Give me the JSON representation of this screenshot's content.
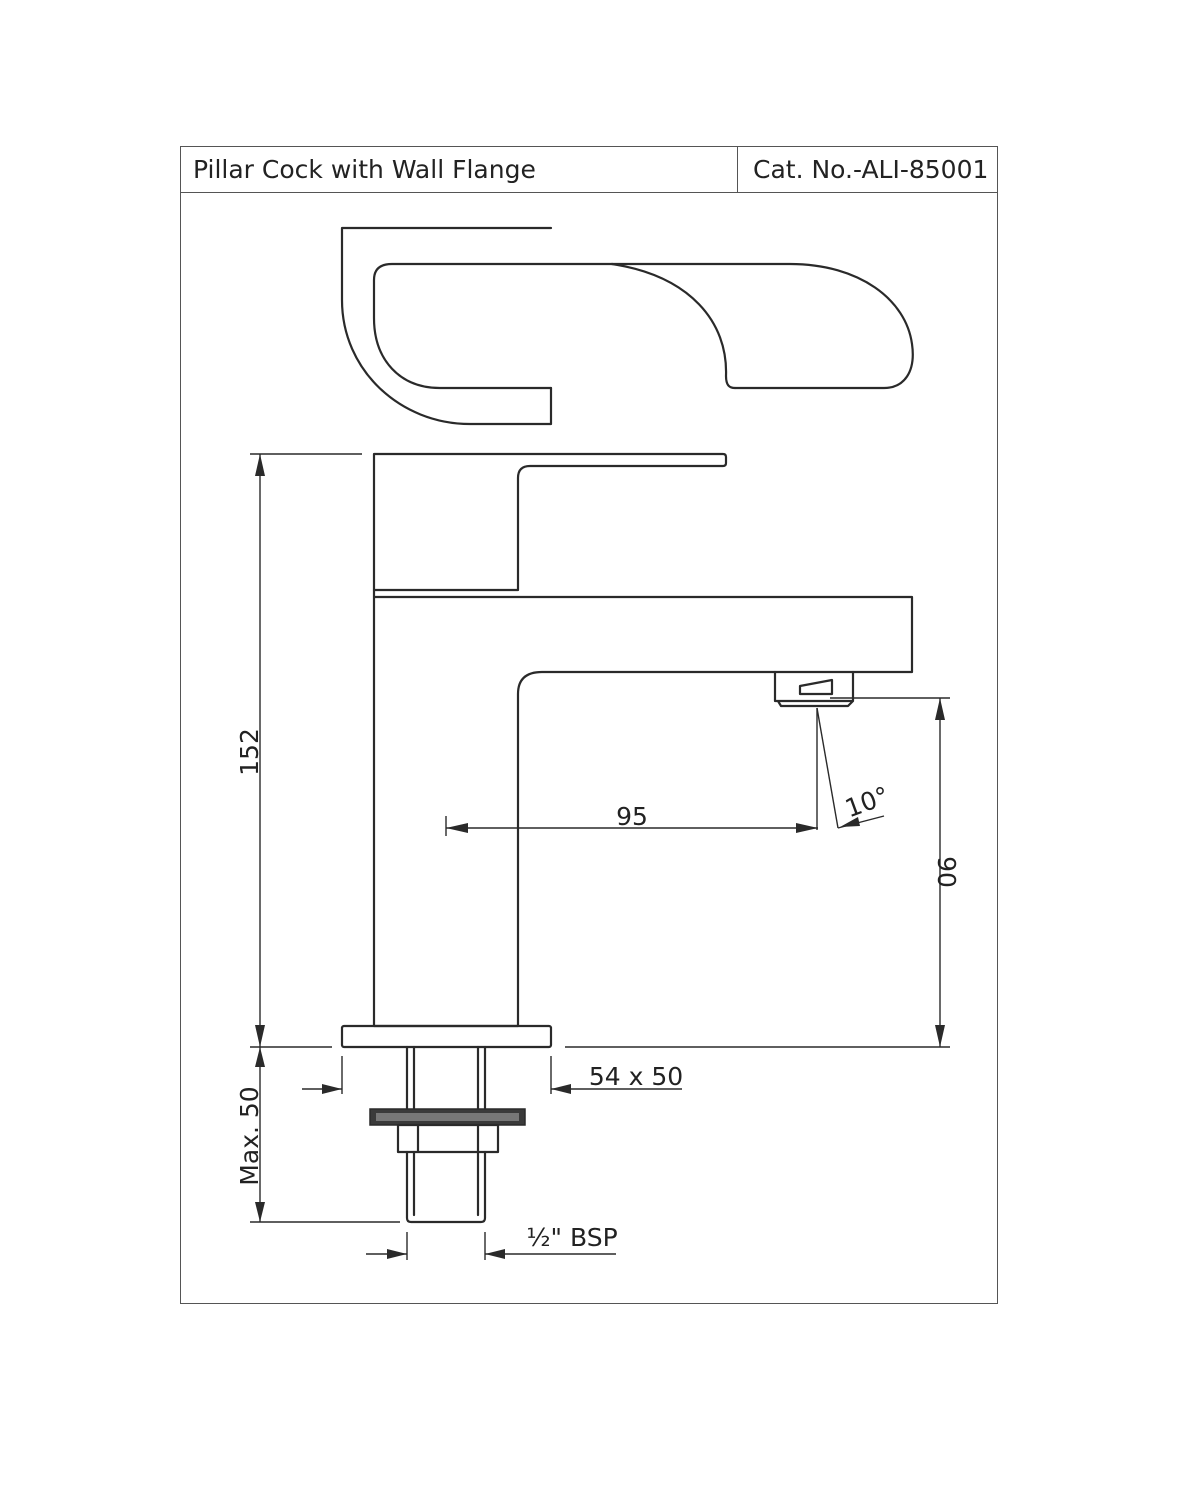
{
  "header": {
    "product_name": "Pillar Cock with Wall Flange",
    "catalog_number": "Cat. No.-ALI-85001"
  },
  "dimensions": {
    "overall_height": "152",
    "spout_reach": "95",
    "spout_height": "90",
    "spray_angle": "10°",
    "flange_size": "54 x 50",
    "shank_length": "Max. 50",
    "connection_size": "½\" BSP"
  }
}
